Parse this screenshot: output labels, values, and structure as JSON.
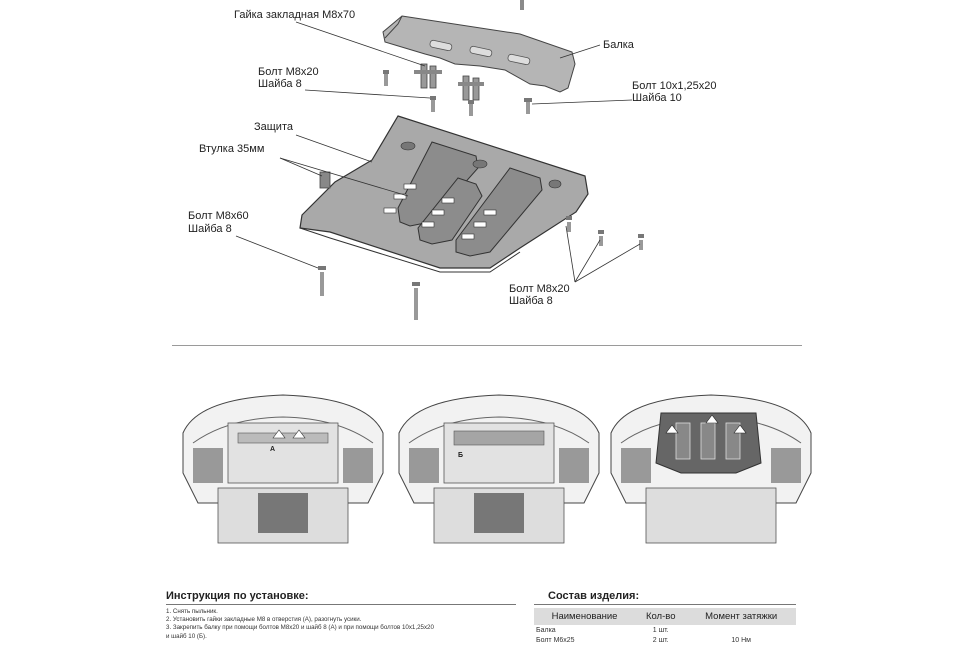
{
  "labels": {
    "nut": "Гайка закладная М8х70",
    "beam": "Балка",
    "bolt_m8x20_top": "Болт М8х20",
    "washer_8_top": "Шайба 8",
    "bolt_10": "Болт 10х1,25х20",
    "washer_10": "Шайба 10",
    "guard": "Защита",
    "bushing": "Втулка 35мм",
    "bolt_m8x60": "Болт М8х60",
    "washer_8_left": "Шайба 8",
    "bolt_m8x20_right": "Болт М8х20",
    "washer_8_right": "Шайба 8"
  },
  "car_marks": {
    "a": "A",
    "b": "Б"
  },
  "instructions": {
    "title": "Инструкция по установке:",
    "steps": [
      "1. Снять пыльник.",
      "2. Установить гайки закладные М8 в отверстия (А), разогнуть усики.",
      "3. Закрепить балку при помощи болтов М8х20 и шайб 8 (А) и при помощи болтов 10х1,25х20",
      "и шайб 10 (Б)."
    ]
  },
  "composition": {
    "title": "Состав изделия:",
    "headers": [
      "Наименование",
      "Кол-во",
      "Момент затяжки"
    ],
    "rows": [
      [
        "Балка",
        "1 шт.",
        ""
      ],
      [
        "Болт М6х25",
        "2 шт.",
        "10 Нм"
      ]
    ]
  },
  "colors": {
    "part_fill": "#a9a9a9",
    "part_dark": "#6e6e6e",
    "line": "#333333",
    "divider": "#9a9a9a",
    "table_header": "#dcdcdc"
  }
}
